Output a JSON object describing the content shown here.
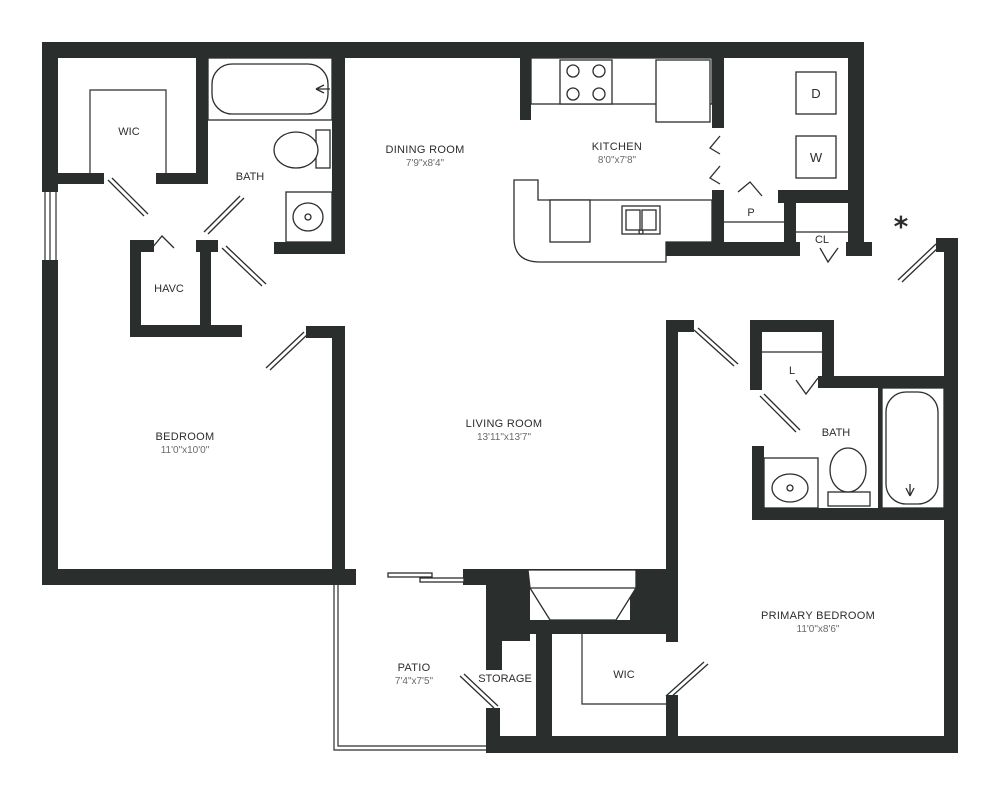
{
  "floor_plan": {
    "rooms": {
      "wic_left": {
        "name": "WIC"
      },
      "bath_left": {
        "name": "BATH"
      },
      "havc": {
        "name": "HAVC"
      },
      "bedroom": {
        "name": "BEDROOM",
        "dims": "11'0\"x10'0\""
      },
      "dining_room": {
        "name": "DINING ROOM",
        "dims": "7'9\"x8'4\""
      },
      "kitchen": {
        "name": "KITCHEN",
        "dims": "8'0\"x7'8\""
      },
      "living_room": {
        "name": "LIVING ROOM",
        "dims": "13'11\"x13'7\""
      },
      "pantry": {
        "name": "P"
      },
      "closet": {
        "name": "CL"
      },
      "laundry": {
        "name": "L"
      },
      "bath_right": {
        "name": "BATH"
      },
      "primary_bedroom": {
        "name": "PRIMARY BEDROOM",
        "dims": "11'0\"x8'6\""
      },
      "patio": {
        "name": "PATIO",
        "dims": "7'4\"x7'5\""
      },
      "storage": {
        "name": "STORAGE"
      },
      "wic_right": {
        "name": "WIC"
      }
    },
    "appliances": {
      "dryer": "D",
      "washer": "W"
    },
    "entry_marker": "*"
  }
}
